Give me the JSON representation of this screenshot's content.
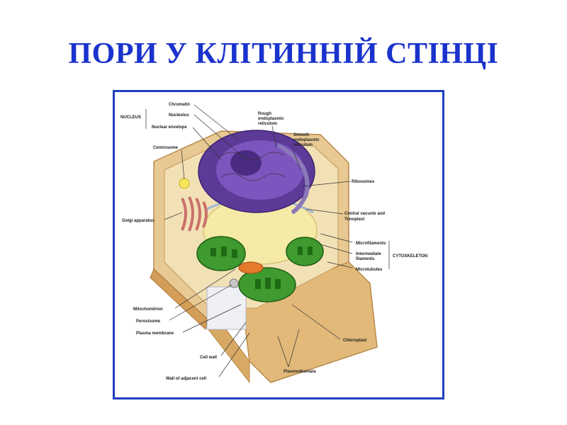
{
  "slide": {
    "title": "ПОРИ У КЛІТИННІЙ СТІНЦІ"
  },
  "diagram": {
    "labels": {
      "nucleus": "NUCLEUS",
      "chromatin": "Chromatin",
      "nucleolus": "Nucleolus",
      "nuclear_envelope": "Nuclear envelope",
      "centrosome": "Centrosome",
      "rough_er_1": "Rough",
      "rough_er_2": "endoplasmic",
      "rough_er_3": "reticulum",
      "smooth_er_1": "Smooth",
      "smooth_er_2": "endoplasmic",
      "smooth_er_3": "reticulum",
      "ribosomes": "Ribosomes",
      "golgi": "Golgi apparatus",
      "central_vacuole_1": "Central vacuole and",
      "central_vacuole_2": "Tonoplast",
      "microfilaments": "Microfilaments",
      "intermediate_1": "Intermediate",
      "intermediate_2": "filaments",
      "microtubules": "Microtubules",
      "cytoskeleton": "CYTOSKELETON",
      "mitochondrion": "Mitochondrion",
      "peroxisome": "Peroxisome",
      "plasma_membrane": "Plasma membrane",
      "cell_wall": "Cell wall",
      "wall_adjacent": "Wall of adjacent cell",
      "chloroplast": "Chloroplast",
      "plasmodesmata": "Plasmodesmata"
    },
    "colors": {
      "frame": "#1f3fbf",
      "title": "#1a33cc",
      "cell_wall": "#e2c08a",
      "nucleus": "#6a3fa6",
      "chloroplast": "#3f9a2f",
      "vacuole": "#f3e7a2",
      "golgi": "#c9706a"
    }
  }
}
